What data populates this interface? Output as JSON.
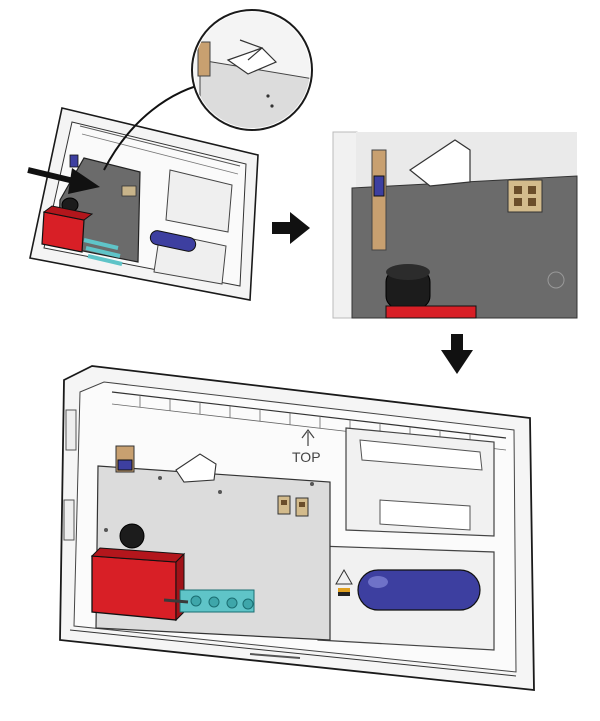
{
  "steps": [
    {
      "id": "step-1",
      "view": "tilted-housing-insert-board"
    },
    {
      "id": "step-2",
      "view": "detail-clip-engaged"
    },
    {
      "id": "step-3",
      "view": "final-assembled-housing"
    }
  ],
  "housing": {
    "top_marking": "TOP"
  },
  "colors": {
    "relay_red": "#d81f26",
    "pcb_gray": "#6b6b6b",
    "pcb_light": "#dcdcdc",
    "capacitor_blue": "#3d3fa0",
    "terminal_cyan": "#5fc4c8",
    "arrow_black": "#111111",
    "outline": "#1a1a1a"
  },
  "icons": [
    "arrow-right-icon",
    "arrow-down-icon",
    "insert-arrow-icon",
    "top-arrow-icon"
  ]
}
